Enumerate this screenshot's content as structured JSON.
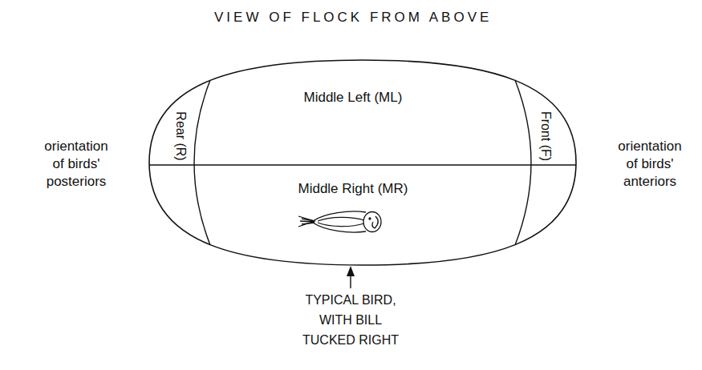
{
  "diagram": {
    "title": "VIEW OF FLOCK FROM ABOVE",
    "nodes": [
      {
        "text": [
          "Rear (R)"
        ]
      },
      {
        "text": [
          "Middle Left (ML)"
        ]
      },
      {
        "text": [
          "Middle Right (MR)"
        ]
      },
      {
        "text": [
          "Front (F)"
        ]
      }
    ],
    "labels": [
      "orientation of birds' posteriors",
      "orientation of birds' anteriors",
      "TYPICAL BIRD, WITH BILL TUCKED RIGHT"
    ]
  }
}
